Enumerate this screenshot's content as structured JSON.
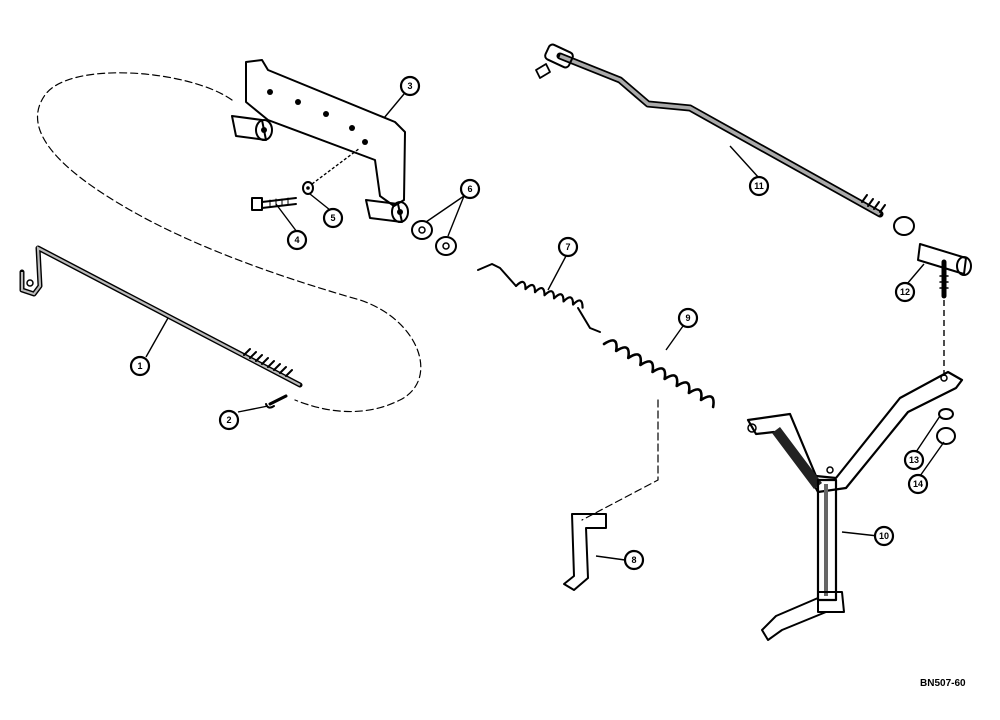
{
  "callouts": [
    "1",
    "2",
    "3",
    "4",
    "5",
    "6",
    "7",
    "8",
    "9",
    "10",
    "11",
    "12",
    "13",
    "14"
  ],
  "drawing_code": "BN507-60"
}
